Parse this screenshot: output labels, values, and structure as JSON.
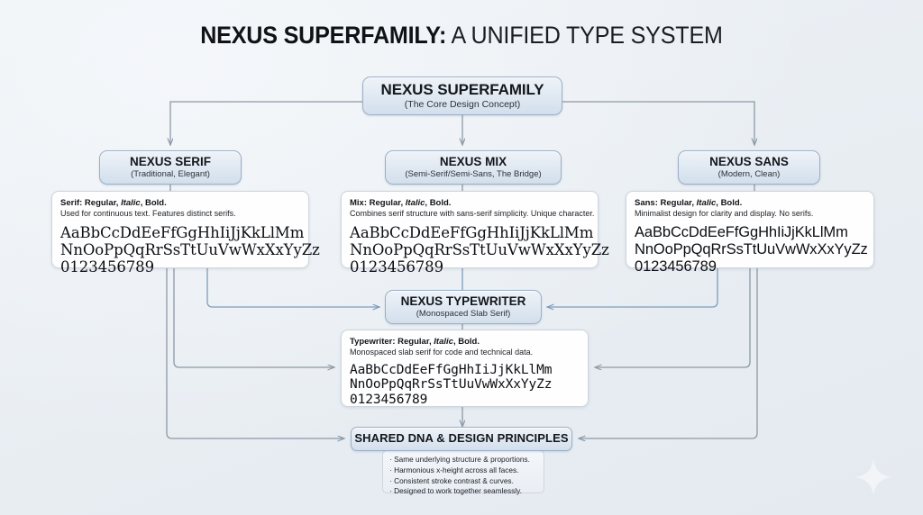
{
  "title": {
    "strong": "NEXUS SUPERFAMILY:",
    "light": " A UNIFIED TYPE SYSTEM"
  },
  "colors": {
    "background_top": "#eef2f6",
    "background_bottom": "#e4eaf0",
    "node_fill_top": "#eef3f8",
    "node_fill_bottom": "#d2dfec",
    "node_border": "#9bb0c6",
    "card_background": "#fefefe",
    "card_border": "#cfd6dd",
    "connector_gray": "#8d99a6",
    "connector_blue": "#7e9cbd",
    "text_primary": "#14171c"
  },
  "nodes": {
    "root": {
      "title": "NEXUS SUPERFAMILY",
      "subtitle": "(The Core Design Concept)"
    },
    "serif": {
      "title": "NEXUS SERIF",
      "subtitle": "(Traditional, Elegant)"
    },
    "mix": {
      "title": "NEXUS MIX",
      "subtitle": "(Semi-Serif/Semi-Sans, The Bridge)"
    },
    "sans": {
      "title": "NEXUS SANS",
      "subtitle": "(Modern, Clean)"
    },
    "typewriter": {
      "title": "NEXUS TYPEWRITER",
      "subtitle": "(Monospaced Slab Serif)"
    },
    "shared": {
      "title": "SHARED DNA & DESIGN PRINCIPLES"
    }
  },
  "specimens": {
    "serif": {
      "label": "Serif:",
      "styles_regular": " Regular, ",
      "styles_italic": "Italic",
      "styles_bold": ", Bold.",
      "description": "Used for continuous text. Features distinct serifs.",
      "line1": "AaBbCcDdEeFfGgHhIiJjKkLlMm",
      "line2": "NnOoPpQqRrSsTtUuVwWxXxYyZz",
      "line3": "0123456789"
    },
    "mix": {
      "label": "Mix:",
      "styles_regular": " Regular, ",
      "styles_italic": "Italic",
      "styles_bold": ", Bold.",
      "description": "Combines serif structure with sans-serif simplicity. Unique character.",
      "line1": "AaBbCcDdEeFfGgHhIiJjKkLlMm",
      "line2": "NnOoPpQqRrSsTtUuVwWxXxYyZz",
      "line3": "0123456789"
    },
    "sans": {
      "label": "Sans:",
      "styles_regular": " Regular, ",
      "styles_italic": "Italic",
      "styles_bold": ", Bold.",
      "description": "Minimalist design for clarity and display. No serifs.",
      "line1": "AaBbCcDdEeFfGgHhIiJjKkLlMm",
      "line2": "NnOoPpQqRrSsTtUuVwWxXxYyZz",
      "line3": "0123456789"
    },
    "typewriter": {
      "label": "Typewriter:",
      "styles_regular": " Regular, ",
      "styles_italic": "Italic",
      "styles_bold": ", Bold.",
      "description": "Monospaced slab serif for code and technical data.",
      "line1": "AaBbCcDdEeFfGgHhIiJjKkLlMm",
      "line2": "NnOoPpQqRrSsTtUuVwWxXxYyZz",
      "line3": "0123456789"
    }
  },
  "principles": {
    "items": [
      "Same underlying structure & proportions.",
      "Harmonious x-height across all faces.",
      "Consistent stroke contrast & curves.",
      "Designed to work together seamlessly."
    ]
  },
  "decoration": {
    "sparkle": "four-point-sparkle"
  }
}
